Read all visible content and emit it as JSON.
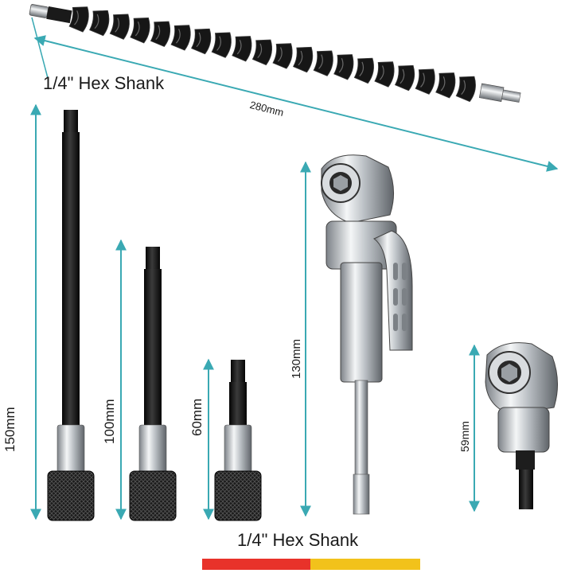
{
  "labels": {
    "shank_top": "1/4\" Hex Shank",
    "flex_length": "280mm",
    "ext_150": "150mm",
    "ext_100": "100mm",
    "ext_60": "60mm",
    "angle_long": "130mm",
    "angle_short": "59mm",
    "shank_bottom": "1/4\" Hex Shank"
  },
  "colors": {
    "dimension_arrow": "#3aa9b3",
    "bar_left": "#e8322a",
    "bar_right": "#f2c21b",
    "tool_black": "#151515",
    "chrome": "#c9cdd1"
  }
}
